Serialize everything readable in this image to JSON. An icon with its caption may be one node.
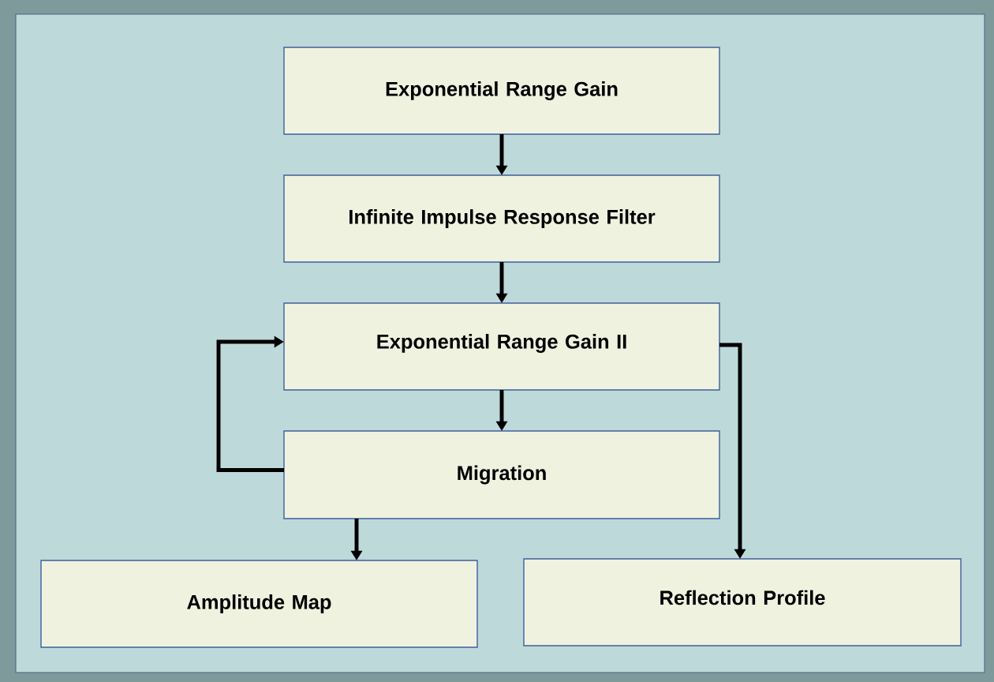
{
  "diagram": {
    "nodes": [
      {
        "text": [
          "Exponential Range Gain"
        ]
      },
      {
        "text": [
          "Infinite Impulse Response Filter"
        ]
      },
      {
        "text": [
          "Exponential Range Gain II"
        ]
      },
      {
        "text": [
          "Migration"
        ]
      },
      {
        "text": [
          "Amplitude Map"
        ]
      },
      {
        "text": [
          "Reflection Profile"
        ]
      }
    ],
    "edges": [
      {
        "from": 0,
        "to": 1,
        "arrow": "to"
      },
      {
        "from": 1,
        "to": 2,
        "arrow": "to"
      },
      {
        "from": 2,
        "to": 3,
        "arrow": "to"
      },
      {
        "from": 3,
        "to": 2,
        "arrow": "to"
      },
      {
        "from": 3,
        "to": 4,
        "arrow": "to"
      },
      {
        "from": 2,
        "to": 5,
        "arrow": "to"
      }
    ]
  }
}
